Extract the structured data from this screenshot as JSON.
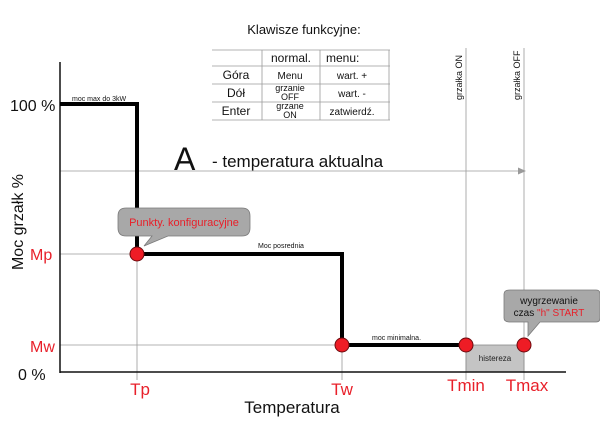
{
  "keys_table": {
    "title": "Klawisze funkcyjne:",
    "col_normal": "normal.",
    "col_menu": "menu:",
    "rows": [
      {
        "key": "Góra",
        "normal": [
          "Menu"
        ],
        "menu": "wart. +"
      },
      {
        "key": "Dół",
        "normal": [
          "grzanie",
          "OFF"
        ],
        "menu": "wart. -"
      },
      {
        "key": "Enter",
        "normal": [
          "grzane",
          "ON"
        ],
        "menu": "zatwierdź."
      }
    ]
  },
  "axes": {
    "y_label": "Moc grzałk %",
    "x_label": "Temperatura",
    "y_ticks": {
      "top": "100 %",
      "mp": "Mp",
      "mw": "Mw",
      "zero": "0 %"
    },
    "x_ticks": {
      "tp": "Tp",
      "tw": "Tw",
      "tmin": "Tmin",
      "tmax": "Tmax"
    }
  },
  "labels": {
    "moc_max": "moc max do 3kW",
    "moc_posrednia": "Moc posrednia",
    "moc_minimalna": "moc minimalna.",
    "histereza": "histereza",
    "grzalka_on": "grzałka ON",
    "grzalka_off": "grzałka OFF",
    "a_big": "A",
    "a_desc": "- temperatura aktualna"
  },
  "callouts": {
    "config": "Punkty. konfiguracyjne",
    "wygrzewanie_line1": "wygrzewanie",
    "wygrzewanie_prefix": "czas ",
    "wygrzewanie_h": "\"h\"",
    "wygrzewanie_start": " START"
  },
  "colors": {
    "accent_red": "#e8202a",
    "point_red": "#ee1c25",
    "callout_gray": "#a8a8a8",
    "hist_gray": "#c4c4c4",
    "grid": "#9a9a9a"
  }
}
